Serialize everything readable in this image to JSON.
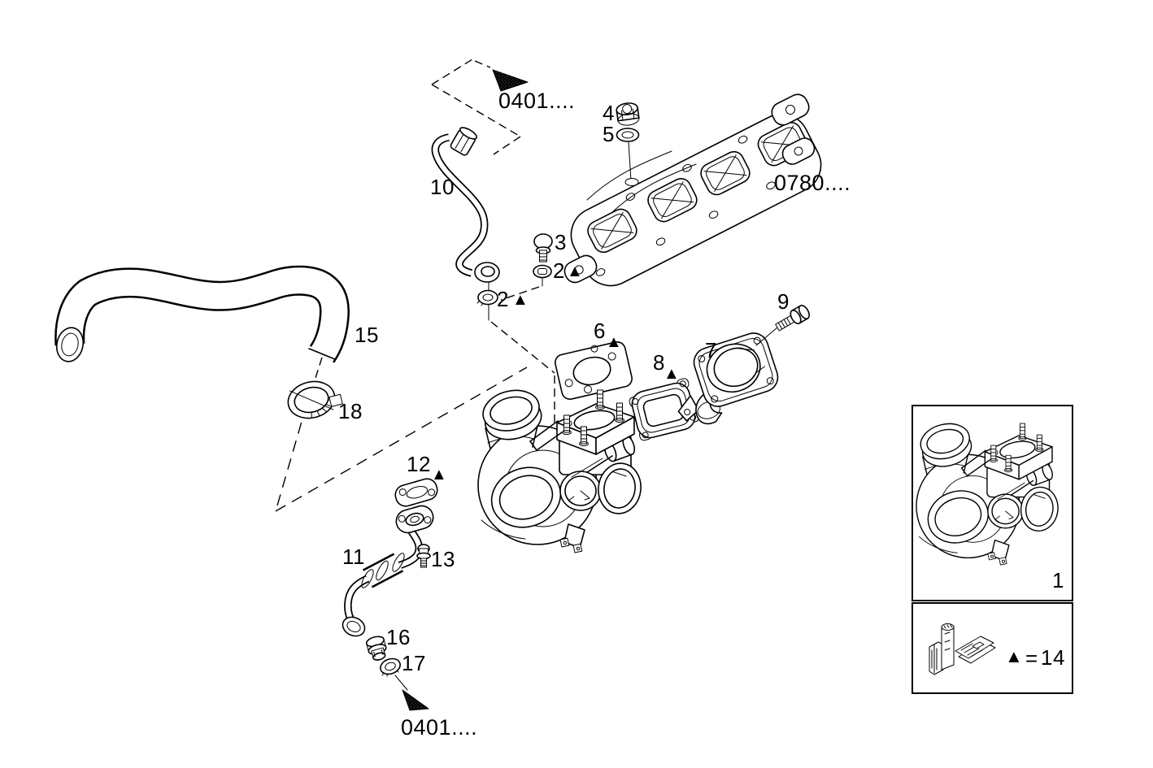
{
  "colors": {
    "background": "#ffffff",
    "line": "#000000"
  },
  "cross_references": {
    "top_ref": "0401....",
    "manifold_ref": "0780....",
    "bottom_ref": "0401...."
  },
  "callouts": {
    "n1": "1",
    "n2_upper": "2",
    "n2_lower": "2",
    "n3": "3",
    "n4": "4",
    "n5": "5",
    "n6": "6",
    "n7": "7",
    "n8": "8",
    "n9": "9",
    "n10": "10",
    "n11": "11",
    "n12": "12",
    "n13": "13",
    "n15": "15",
    "n16": "16",
    "n17": "17",
    "n18": "18"
  },
  "markers": {
    "triangle": "▲"
  },
  "legend": {
    "marker": "▲",
    "equals": "=",
    "part_number": "14"
  }
}
